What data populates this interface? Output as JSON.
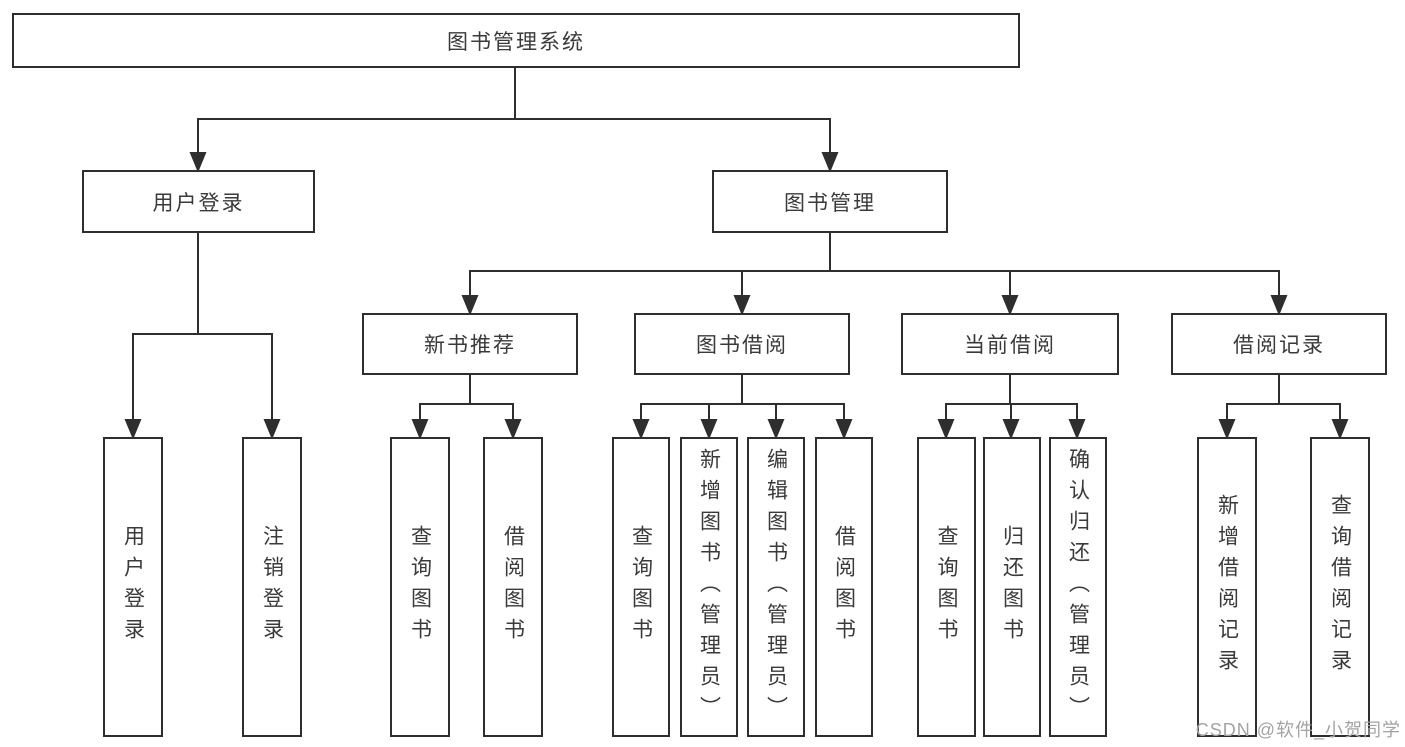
{
  "tree": {
    "label": "图书管理系统",
    "children": [
      {
        "label": "用户登录",
        "children": [
          {
            "label": "用户登录"
          },
          {
            "label": "注销登录"
          }
        ]
      },
      {
        "label": "图书管理",
        "children": [
          {
            "label": "新书推荐",
            "children": [
              {
                "label": "查询图书"
              },
              {
                "label": "借阅图书"
              }
            ]
          },
          {
            "label": "图书借阅",
            "children": [
              {
                "label": "查询图书"
              },
              {
                "label": "新增图书（管理员）"
              },
              {
                "label": "编辑图书（管理员）"
              },
              {
                "label": "借阅图书"
              }
            ]
          },
          {
            "label": "当前借阅",
            "children": [
              {
                "label": "查询图书"
              },
              {
                "label": "归还图书"
              },
              {
                "label": "确认归还（管理员）"
              }
            ]
          },
          {
            "label": "借阅记录",
            "children": [
              {
                "label": "新增借阅记录"
              },
              {
                "label": "查询借阅记录"
              }
            ]
          }
        ]
      }
    ]
  },
  "watermark": {
    "text": "CSDN @软件_小贺同学"
  },
  "colors": {
    "line": "#2e2e2e",
    "box_border": "#2e2e2e",
    "text": "#3a3a3a",
    "watermark": "#a3a3a3",
    "background": "#ffffff"
  }
}
